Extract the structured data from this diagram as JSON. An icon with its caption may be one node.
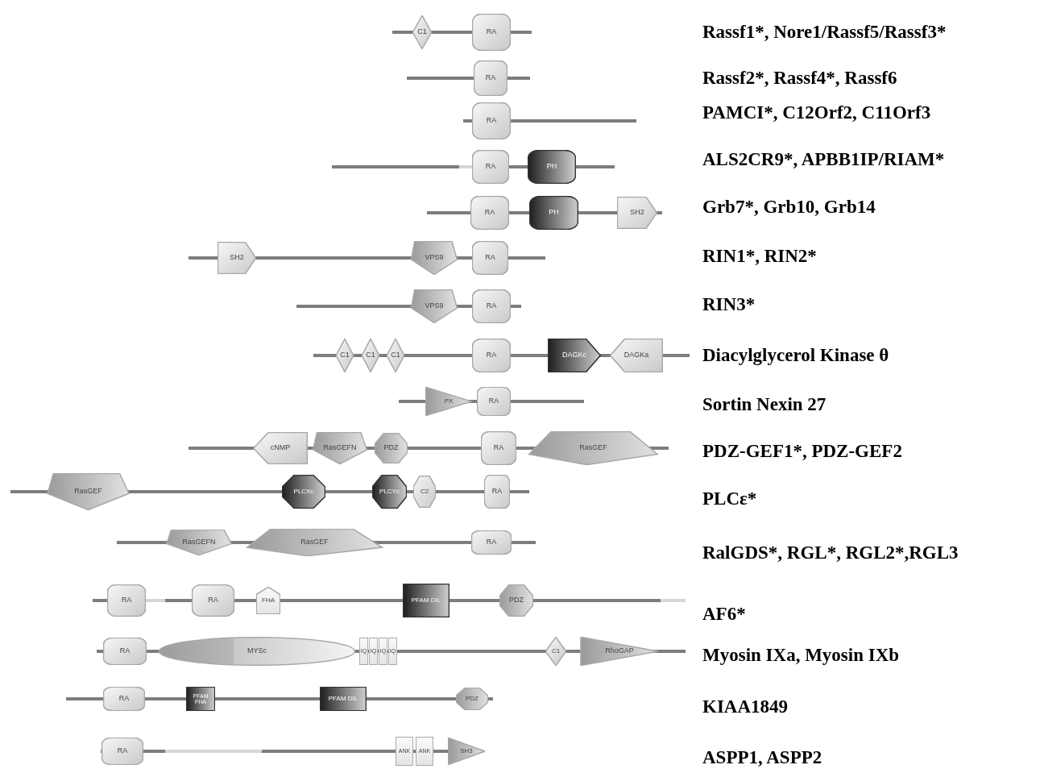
{
  "diagram": {
    "nodes": [
      {
        "text": [
          "C1"
        ]
      },
      {
        "text": [
          "RA"
        ]
      },
      {
        "text": [
          "RA"
        ]
      },
      {
        "text": [
          "RA"
        ]
      },
      {
        "text": [
          "RA"
        ]
      },
      {
        "text": [
          "PH"
        ]
      },
      {
        "text": [
          "RA"
        ]
      },
      {
        "text": [
          "PH"
        ]
      },
      {
        "text": [
          "SH2"
        ]
      },
      {
        "text": [
          "SH2"
        ]
      },
      {
        "text": [
          "VPS9"
        ]
      },
      {
        "text": [
          "RA"
        ]
      },
      {
        "text": [
          "VPS9"
        ]
      },
      {
        "text": [
          "RA"
        ]
      },
      {
        "text": [
          "C1"
        ]
      },
      {
        "text": [
          "C1"
        ]
      },
      {
        "text": [
          "C1"
        ]
      },
      {
        "text": [
          "RA"
        ]
      },
      {
        "text": [
          "DAGKc"
        ]
      },
      {
        "text": [
          "DAGKa"
        ]
      },
      {
        "text": [
          "PX"
        ]
      },
      {
        "text": [
          "RA"
        ]
      },
      {
        "text": [
          "cNMP"
        ]
      },
      {
        "text": [
          "RasGEFN"
        ]
      },
      {
        "text": [
          "PDZ"
        ]
      },
      {
        "text": [
          "RA"
        ]
      },
      {
        "text": [
          "RasGEF"
        ]
      },
      {
        "text": [
          "RasGEF"
        ]
      },
      {
        "text": [
          "PLCXc"
        ]
      },
      {
        "text": [
          "PLCYc"
        ]
      },
      {
        "text": [
          "C2"
        ]
      },
      {
        "text": [
          "RA"
        ]
      },
      {
        "text": [
          "RasGEFN"
        ]
      },
      {
        "text": [
          "RasGEF"
        ]
      },
      {
        "text": [
          "RA"
        ]
      },
      {
        "text": [
          "RA"
        ]
      },
      {
        "text": [
          "RA"
        ]
      },
      {
        "text": [
          "FHA"
        ]
      },
      {
        "text": [
          "PFAM DIL"
        ]
      },
      {
        "text": [
          "PDZ"
        ]
      },
      {
        "text": [
          "RA"
        ]
      },
      {
        "text": [
          "MYSc"
        ]
      },
      {
        "text": [
          "IQ"
        ]
      },
      {
        "text": [
          "IQ"
        ]
      },
      {
        "text": [
          "IQ"
        ]
      },
      {
        "text": [
          "IQ"
        ]
      },
      {
        "text": [
          "C1"
        ]
      },
      {
        "text": [
          "RhoGAP"
        ]
      },
      {
        "text": [
          "RA"
        ]
      },
      {
        "text": [
          "PFAM FHA"
        ]
      },
      {
        "text": [
          "PFAM DIL"
        ]
      },
      {
        "text": [
          "PDZ"
        ]
      },
      {
        "text": [
          "RA"
        ]
      },
      {
        "text": [
          "ANK"
        ]
      },
      {
        "text": [
          "ANK"
        ]
      },
      {
        "text": [
          "SH3"
        ]
      }
    ],
    "labels": [
      "Rassf1*, Nore1/Rassf5/Rassf3*",
      "Rassf2*, Rassf4*, Rassf6",
      "PAMCI*, C12Orf2, C11Orf3",
      "ALS2CR9*, APBB1IP/RIAM*",
      "Grb7*, Grb10, Grb14",
      "RIN1*, RIN2*",
      "RIN3*",
      "Diacylglycerol Kinase θ",
      "Sortin Nexin 27",
      "PDZ-GEF1*, PDZ-GEF2",
      "PLCε*",
      "RalGDS*, RGL*, RGL2*,RGL3",
      "AF6*",
      "Myosin IXa, Myosin IXb",
      "KIAA1849",
      "ASPP1, ASPP2"
    ]
  }
}
